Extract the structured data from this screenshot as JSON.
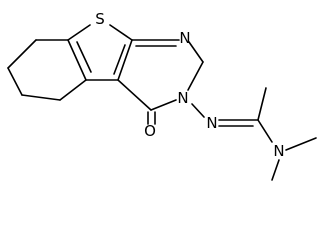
{
  "atoms": {
    "sulfur": "S",
    "n_pyrimidine_top": "N",
    "n_pyrimidine_ring": "N",
    "oxygen_carbonyl": "O",
    "n_imine": "N",
    "n_dimethylamino": "N"
  }
}
